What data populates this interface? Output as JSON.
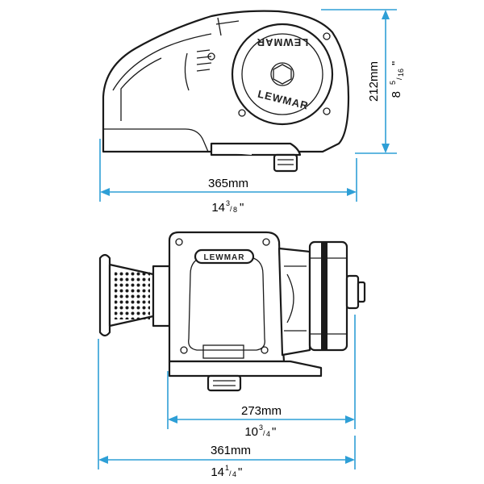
{
  "colors": {
    "dimension_line": "#2e9fd6",
    "outline": "#1a1a1a",
    "background": "#ffffff"
  },
  "top_view": {
    "brand_top": "LEWMAR",
    "brand_bottom": "LEWMAR",
    "height_dim": {
      "metric": "212mm",
      "imperial_whole": "8",
      "imperial_num": "5",
      "imperial_den": "16",
      "imperial_quote": "\""
    },
    "width_dim": {
      "metric": "365mm",
      "imperial_whole": "14",
      "imperial_num": "3",
      "imperial_den": "8",
      "imperial_quote": "\""
    }
  },
  "bottom_view": {
    "brand": "LEWMAR",
    "inner_width_dim": {
      "metric": "273mm",
      "imperial_whole": "10",
      "imperial_num": "3",
      "imperial_den": "4",
      "imperial_quote": "\""
    },
    "overall_width_dim": {
      "metric": "361mm",
      "imperial_whole": "14",
      "imperial_num": "1",
      "imperial_den": "4",
      "imperial_quote": "\""
    }
  }
}
